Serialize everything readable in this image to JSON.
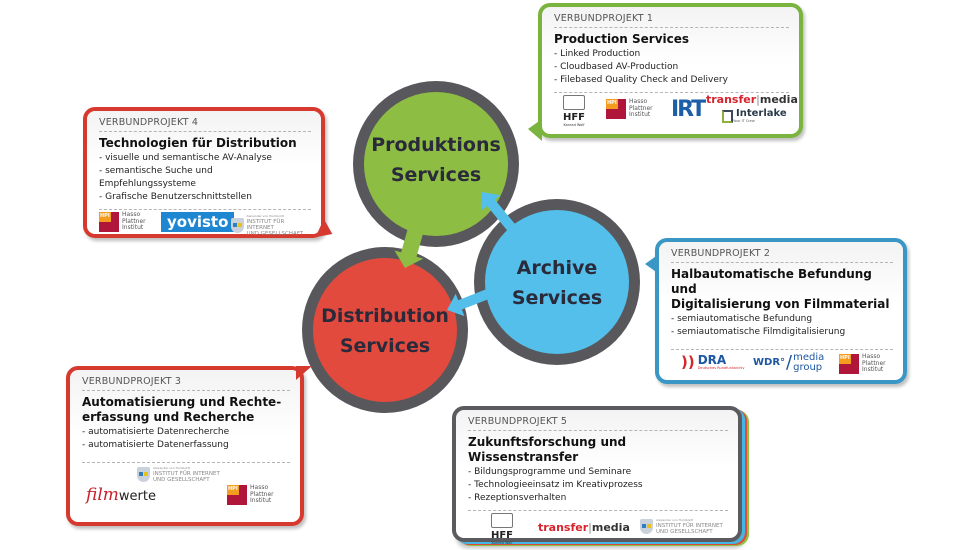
{
  "diagram": {
    "circles": [
      {
        "id": "produktion",
        "label_line1": "Produktions",
        "label_line2": "Services",
        "color": "#8ebd44"
      },
      {
        "id": "distribution",
        "label_line1": "Distribution",
        "label_line2": "Services",
        "color": "#e34a3e"
      },
      {
        "id": "archive",
        "label_line1": "Archive",
        "label_line2": "Services",
        "color": "#53bfea"
      }
    ],
    "ring_color": "#58585c",
    "arrows": [
      {
        "from": "produktion",
        "to": "distribution",
        "color": "#8ebd44"
      },
      {
        "from": "archive",
        "to": "produktion",
        "color": "#53bfea"
      },
      {
        "from": "archive",
        "to": "distribution",
        "color": "#53bfea"
      }
    ]
  },
  "projects": [
    {
      "kicker": "VERBUNDPROJEKT 1",
      "title": "Production Services",
      "items": [
        "- Linked Production",
        "- Cloudbased AV-Production",
        "- Filebased Quality Check and Delivery"
      ],
      "accent": "#7ab33d",
      "logos": [
        "HFF",
        "Hasso Plattner Institut",
        "IRT",
        "transfer|media",
        "Interlake"
      ]
    },
    {
      "kicker": "VERBUNDPROJEKT 2",
      "title_line1": "Halbautomatische Befundung und",
      "title_line2": "Digitalisierung von Filmmaterial",
      "items": [
        "- semiautomatische Befundung",
        "- semiautomatische Filmdigitalisierung"
      ],
      "accent": "#3a97c5",
      "logos": [
        "DRA",
        "WDR media group",
        "Hasso Plattner Institut"
      ]
    },
    {
      "kicker": "VERBUNDPROJEKT 3",
      "title_line1": "Automatisierung und Rechte-",
      "title_line2": "erfassung und Recherche",
      "items": [
        "- automatisierte Datenrecherche",
        "- automatisierte Datenerfassung"
      ],
      "accent": "#d63a2e",
      "logos": [
        "Institut für Internet und Gesellschaft",
        "filmwerte",
        "Hasso Plattner Institut"
      ]
    },
    {
      "kicker": "VERBUNDPROJEKT 4",
      "title": "Technologien für Distribution",
      "items": [
        "- visuelle und semantische AV-Analyse",
        "- semantische Suche und Empfehlungssysteme",
        "- Grafische Benutzerschnittstellen"
      ],
      "accent": "#d63a2e",
      "logos": [
        "Hasso Plattner Institut",
        "yovisto",
        "Institut für Internet und Gesellschaft"
      ]
    },
    {
      "kicker": "VERBUNDPROJEKT 5",
      "title": "Zukunftsforschung und Wissenstransfer",
      "items": [
        "- Bildungsprogramme und Seminare",
        "- Technologieeinsatz im Kreativprozess",
        "- Rezeptionsverhalten"
      ],
      "accent": "#5b5b5f",
      "logos": [
        "HFF",
        "transfer|media",
        "Institut für Internet und Gesellschaft"
      ]
    }
  ],
  "logo_text": {
    "hff": "HFF",
    "hff_sub": "Konrad Wolf",
    "hpi_mark": "HPI",
    "hpi_l1": "Hasso",
    "hpi_l2": "Plattner",
    "hpi_l3": "Institut",
    "irt": "IRT",
    "transfer_a": "transfer",
    "transfer_sep": "|",
    "transfer_b": "media",
    "interlake": "Interlake",
    "interlake_sub": "Your IT Crew",
    "yovisto": "yovisto",
    "hiig_small": "Alexander von Humboldt",
    "hiig_l1": "INSTITUT FÜR INTERNET",
    "hiig_l2": "UND GESELLSCHAFT",
    "dra": "DRA",
    "dra_sub": "Deutsches Rundfunkarchiv",
    "wdr": "WDR°",
    "wdr_l1": "media",
    "wdr_l2": "group",
    "film": "film",
    "werte": "werte"
  }
}
